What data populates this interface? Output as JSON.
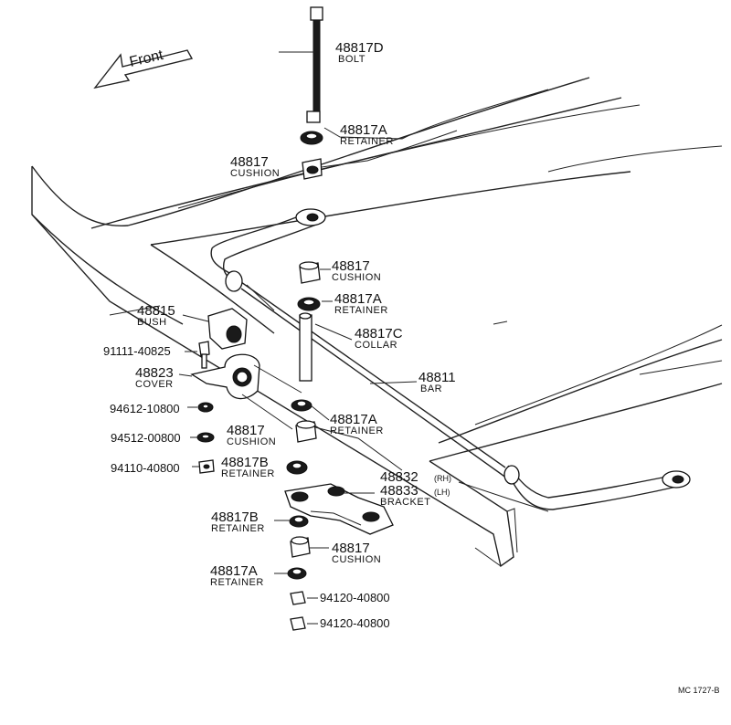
{
  "front_label": "Front",
  "diagram_code": "MC 1727-B",
  "rh_tag": "(RH)",
  "lh_tag": "(LH)",
  "parts": [
    {
      "number": "48817D",
      "name": "BOLT"
    },
    {
      "number": "48817A",
      "name": "RETAINER"
    },
    {
      "number": "48817",
      "name": "CUSHION"
    },
    {
      "number": "48817",
      "name": "CUSHION"
    },
    {
      "number": "48817A",
      "name": "RETAINER"
    },
    {
      "number": "48817C",
      "name": "COLLAR"
    },
    {
      "number": "48815",
      "name": "BUSH"
    },
    {
      "number": "91111-40825",
      "name": ""
    },
    {
      "number": "48823",
      "name": "COVER"
    },
    {
      "number": "48811",
      "name": "BAR"
    },
    {
      "number": "94612-10800",
      "name": ""
    },
    {
      "number": "48817A",
      "name": "RETAINER"
    },
    {
      "number": "94512-00800",
      "name": ""
    },
    {
      "number": "48817",
      "name": "CUSHION"
    },
    {
      "number": "94110-40800",
      "name": ""
    },
    {
      "number": "48817B",
      "name": "RETAINER"
    },
    {
      "number": "48832",
      "name": ""
    },
    {
      "number": "48833",
      "name": "BRACKET"
    },
    {
      "number": "48817B",
      "name": "RETAINER"
    },
    {
      "number": "48817",
      "name": "CUSHION"
    },
    {
      "number": "48817A",
      "name": "RETAINER"
    },
    {
      "number": "94120-40800",
      "name": ""
    },
    {
      "number": "94120-40800",
      "name": ""
    }
  ]
}
